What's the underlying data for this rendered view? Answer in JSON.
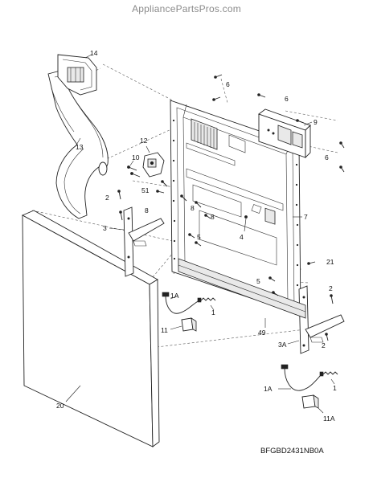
{
  "watermark": "AppliancePartsPros.com",
  "diagram_code": "BFGBD2431NB0A",
  "callouts": [
    {
      "id": "c14",
      "text": "14"
    },
    {
      "id": "c13",
      "text": "13"
    },
    {
      "id": "c6a",
      "text": "6"
    },
    {
      "id": "c6b",
      "text": "6"
    },
    {
      "id": "c9",
      "text": "9"
    },
    {
      "id": "c6c",
      "text": "6"
    },
    {
      "id": "c12",
      "text": "12"
    },
    {
      "id": "c10",
      "text": "10"
    },
    {
      "id": "c51",
      "text": "51"
    },
    {
      "id": "c2a",
      "text": "2"
    },
    {
      "id": "c8a",
      "text": "8"
    },
    {
      "id": "c8b",
      "text": "8"
    },
    {
      "id": "c8c",
      "text": "8"
    },
    {
      "id": "c3",
      "text": "3"
    },
    {
      "id": "c5a",
      "text": "5"
    },
    {
      "id": "c4",
      "text": "4"
    },
    {
      "id": "c7",
      "text": "7"
    },
    {
      "id": "c21",
      "text": "21"
    },
    {
      "id": "c5b",
      "text": "5"
    },
    {
      "id": "c1a",
      "text": "1A"
    },
    {
      "id": "c1",
      "text": "1"
    },
    {
      "id": "c11",
      "text": "11"
    },
    {
      "id": "c49",
      "text": "49"
    },
    {
      "id": "c2b",
      "text": "2"
    },
    {
      "id": "c3a",
      "text": "3A"
    },
    {
      "id": "c2c",
      "text": "2"
    },
    {
      "id": "c20",
      "text": "20"
    },
    {
      "id": "c1a2",
      "text": "1A"
    },
    {
      "id": "c1b",
      "text": "1"
    },
    {
      "id": "c11a",
      "text": "11A"
    }
  ]
}
